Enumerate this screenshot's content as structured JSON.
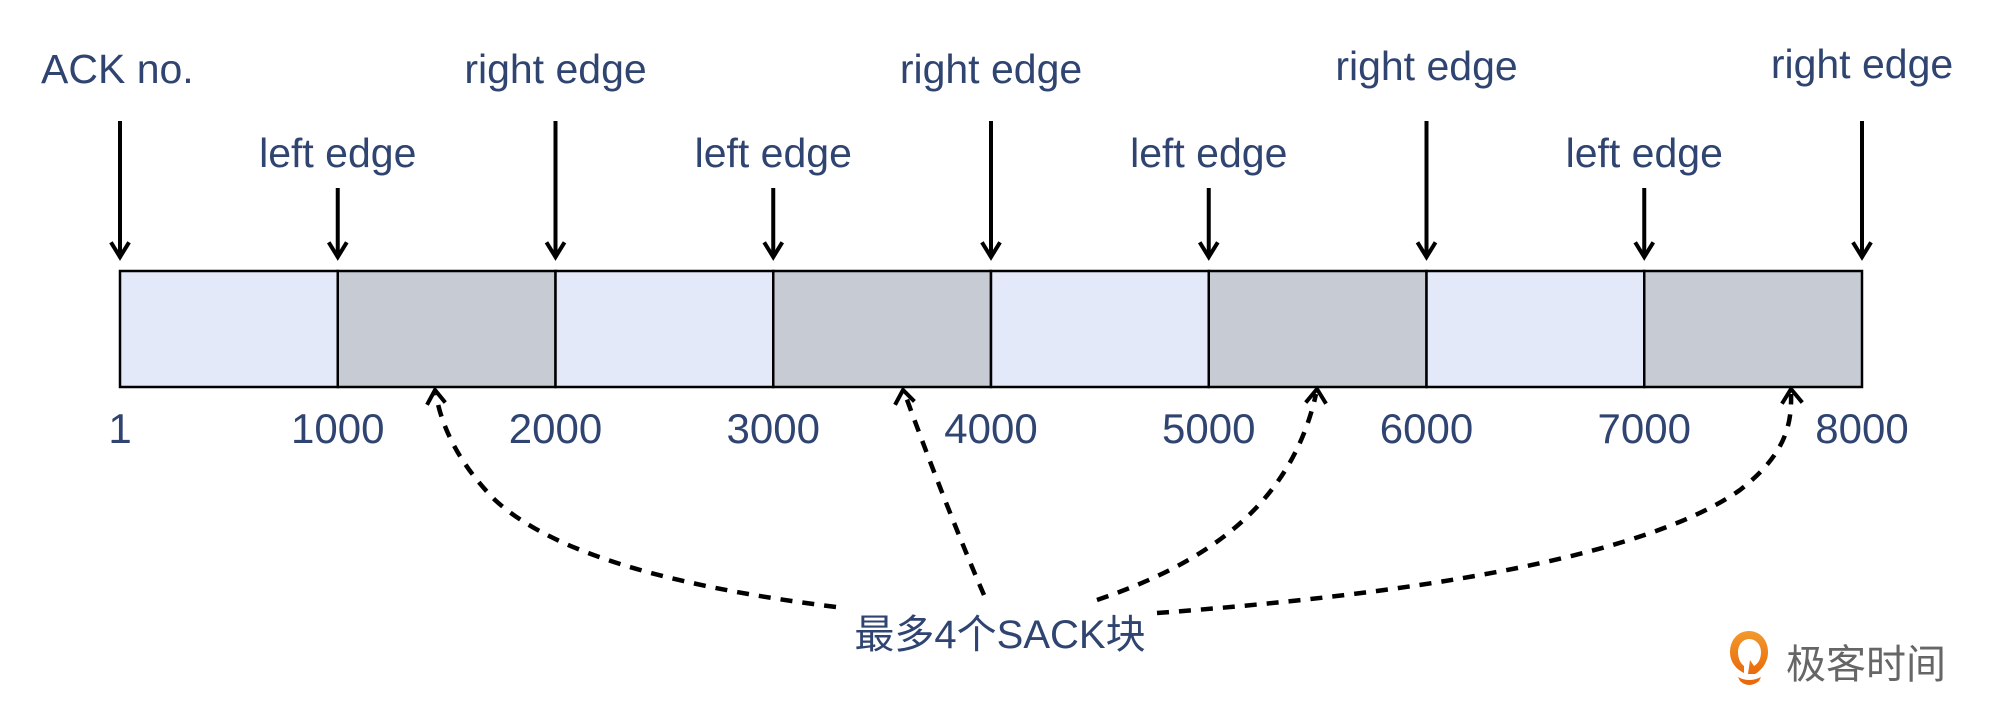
{
  "diagram": {
    "title": "TCP SACK option: ACK number and SACK block edges",
    "colors": {
      "text": "#2f4470",
      "acked_fill": "#e4e9f9",
      "sack_fill": "#c7cbd4",
      "border": "#000000",
      "logo_text": "#666666",
      "logo_orange": "#ee7b16"
    },
    "sequence_marks": [
      "1",
      "1000",
      "2000",
      "3000",
      "4000",
      "5000",
      "6000",
      "7000",
      "8000"
    ],
    "segments": [
      {
        "from": "1",
        "to": "1000",
        "type": "missing"
      },
      {
        "from": "1000",
        "to": "2000",
        "type": "sack"
      },
      {
        "from": "2000",
        "to": "3000",
        "type": "missing"
      },
      {
        "from": "3000",
        "to": "4000",
        "type": "sack"
      },
      {
        "from": "4000",
        "to": "5000",
        "type": "missing"
      },
      {
        "from": "5000",
        "to": "6000",
        "type": "sack"
      },
      {
        "from": "6000",
        "to": "7000",
        "type": "missing"
      },
      {
        "from": "7000",
        "to": "8000",
        "type": "sack"
      }
    ],
    "pointers": [
      {
        "label": "ACK no.",
        "mark": "1",
        "row": "upper"
      },
      {
        "label": "left edge",
        "mark": "1000",
        "row": "lower"
      },
      {
        "label": "right edge",
        "mark": "2000",
        "row": "upper"
      },
      {
        "label": "left edge",
        "mark": "3000",
        "row": "lower"
      },
      {
        "label": "right edge",
        "mark": "4000",
        "row": "upper"
      },
      {
        "label": "left edge",
        "mark": "5000",
        "row": "lower"
      },
      {
        "label": "right edge",
        "mark": "6000",
        "row": "upper"
      },
      {
        "label": "left edge",
        "mark": "7000",
        "row": "lower"
      },
      {
        "label": "right edge",
        "mark": "8000",
        "row": "upper"
      }
    ],
    "caption": "最多4个SACK块",
    "caption_targets": [
      "1000-2000",
      "3000-4000",
      "5000-6000",
      "7000-8000"
    ]
  },
  "logo": {
    "icon": "geektime-logo-icon",
    "text": "极客时间"
  }
}
